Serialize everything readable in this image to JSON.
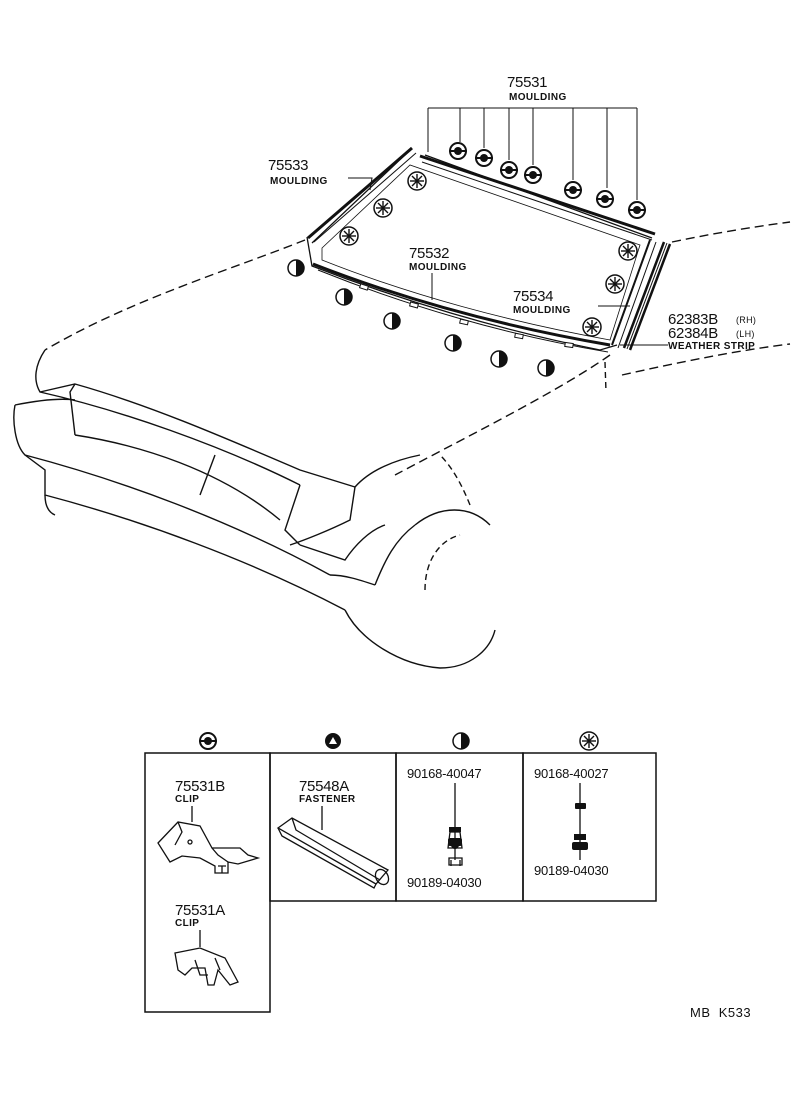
{
  "parts": {
    "m75531": {
      "number": "75531",
      "name": "MOULDING"
    },
    "m75533": {
      "number": "75533",
      "name": "MOULDING"
    },
    "m75532": {
      "number": "75532",
      "name": "MOULDING"
    },
    "m75534": {
      "number": "75534",
      "name": "MOULDING"
    },
    "ws_rh": {
      "number": "62383B",
      "side": "(RH)"
    },
    "ws_lh": {
      "number": "62384B",
      "side": "(LH)"
    },
    "ws_name": "WEATHER STRIP"
  },
  "legend": {
    "clip_box": {
      "items": [
        {
          "number": "75531B",
          "name": "CLIP"
        },
        {
          "number": "75531A",
          "name": "CLIP"
        }
      ]
    },
    "fastener_box": {
      "number": "75548A",
      "name": "FASTENER"
    },
    "half_circle_box": {
      "bolt": "90168-40047",
      "nut": "90189-04030"
    },
    "star_box": {
      "bolt": "90168-40027",
      "nut": "90189-04030"
    }
  },
  "footer_code": "MB  K533"
}
